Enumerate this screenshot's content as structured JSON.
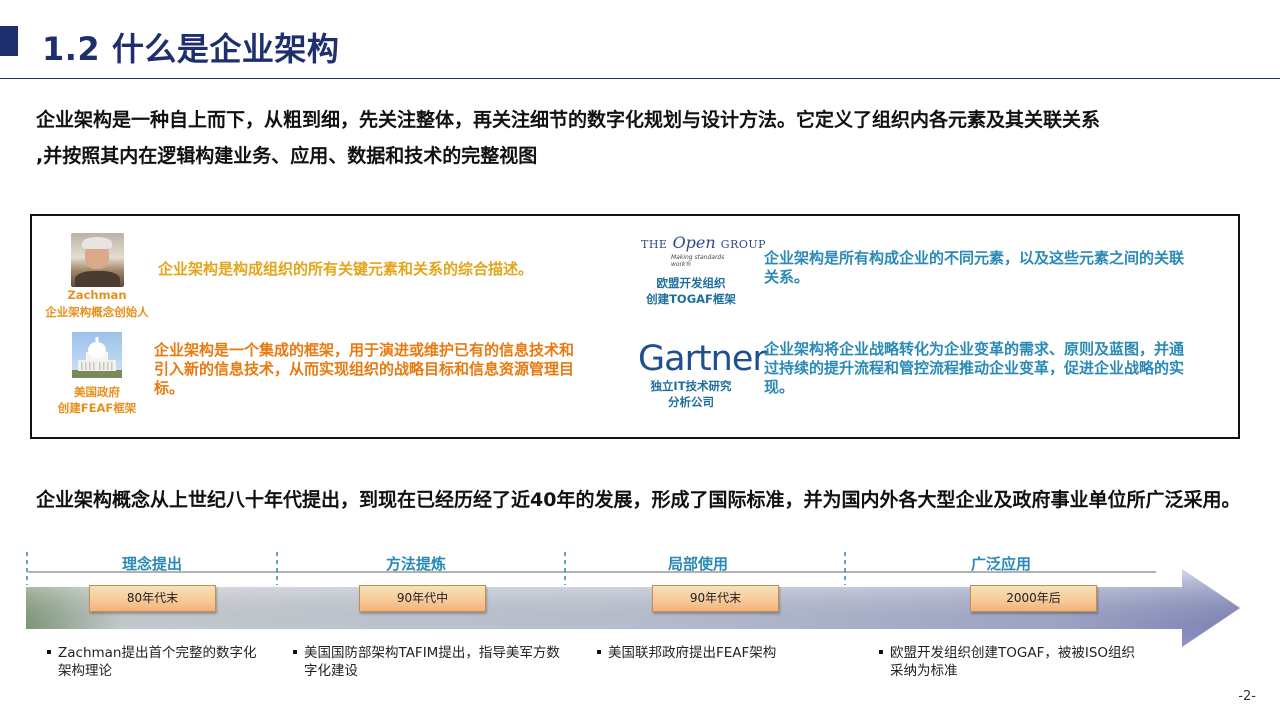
{
  "header": {
    "title": "1.2 什么是企业架构"
  },
  "intro": {
    "line1": "企业架构是一种自上而下，从粗到细，先关注整体，再关注细节的数字化规划与设计方法。它定义了组织内各元素及其关联关系",
    "line2": ",并按照其内在逻辑构建业务、应用、数据和技术的完整视图"
  },
  "definitions": {
    "zachman": {
      "name": "Zachman",
      "role": "企业架构概念创始人",
      "text": "企业架构是构成组织的所有关键元素和关系的综合描述。"
    },
    "us_gov": {
      "label1": "美国政府",
      "label2": "创建FEAF框架",
      "text": "企业架构是一个集成的框架，用于演进或维护已有的信息技术和引入新的信息技术，从而实现组织的战略目标和信息资源管理目标。"
    },
    "open_group": {
      "logo_the": "THE",
      "logo_open": "Open",
      "logo_group": "GROUP",
      "logo_tag": "Making standards work®",
      "label1": "欧盟开发组织",
      "label2": "创建TOGAF框架",
      "text": "企业架构是所有构成企业的不同元素，以及这些元素之间的关联关系。"
    },
    "gartner": {
      "logo": "Gartner",
      "label1": "独立IT技术研究",
      "label2": "分析公司",
      "text": "企业架构将企业战略转化为企业变革的需求、原则及蓝图，并通过持续的提升流程和管控流程推动企业变革，促进企业战略的实现。"
    }
  },
  "summary": "企业架构概念从上世纪八十年代提出，到现在已经历经了近40年的发展，形成了国际标准，并为国内外各大型企业及政府事业单位所广泛采用。",
  "timeline": {
    "phases": [
      "理念提出",
      "方法提炼",
      "局部使用",
      "广泛应用"
    ],
    "eras": [
      "80年代末",
      "90年代中",
      "90年代末",
      "2000年后"
    ],
    "events": [
      "Zachman提出首个完整的数字化架构理论",
      "美国国防部架构TAFIM提出，指导美军方数字化建设",
      "美国联邦政府提出FEAF架构",
      "欧盟开发组织创建TOGAF，被被ISO组织采纳为标准"
    ]
  },
  "page_number": "-2-",
  "colors": {
    "title": "#1f2f6e",
    "accent_blue": "#2a8ab5",
    "yellow": "#e3a51b",
    "orange": "#e87a10"
  }
}
